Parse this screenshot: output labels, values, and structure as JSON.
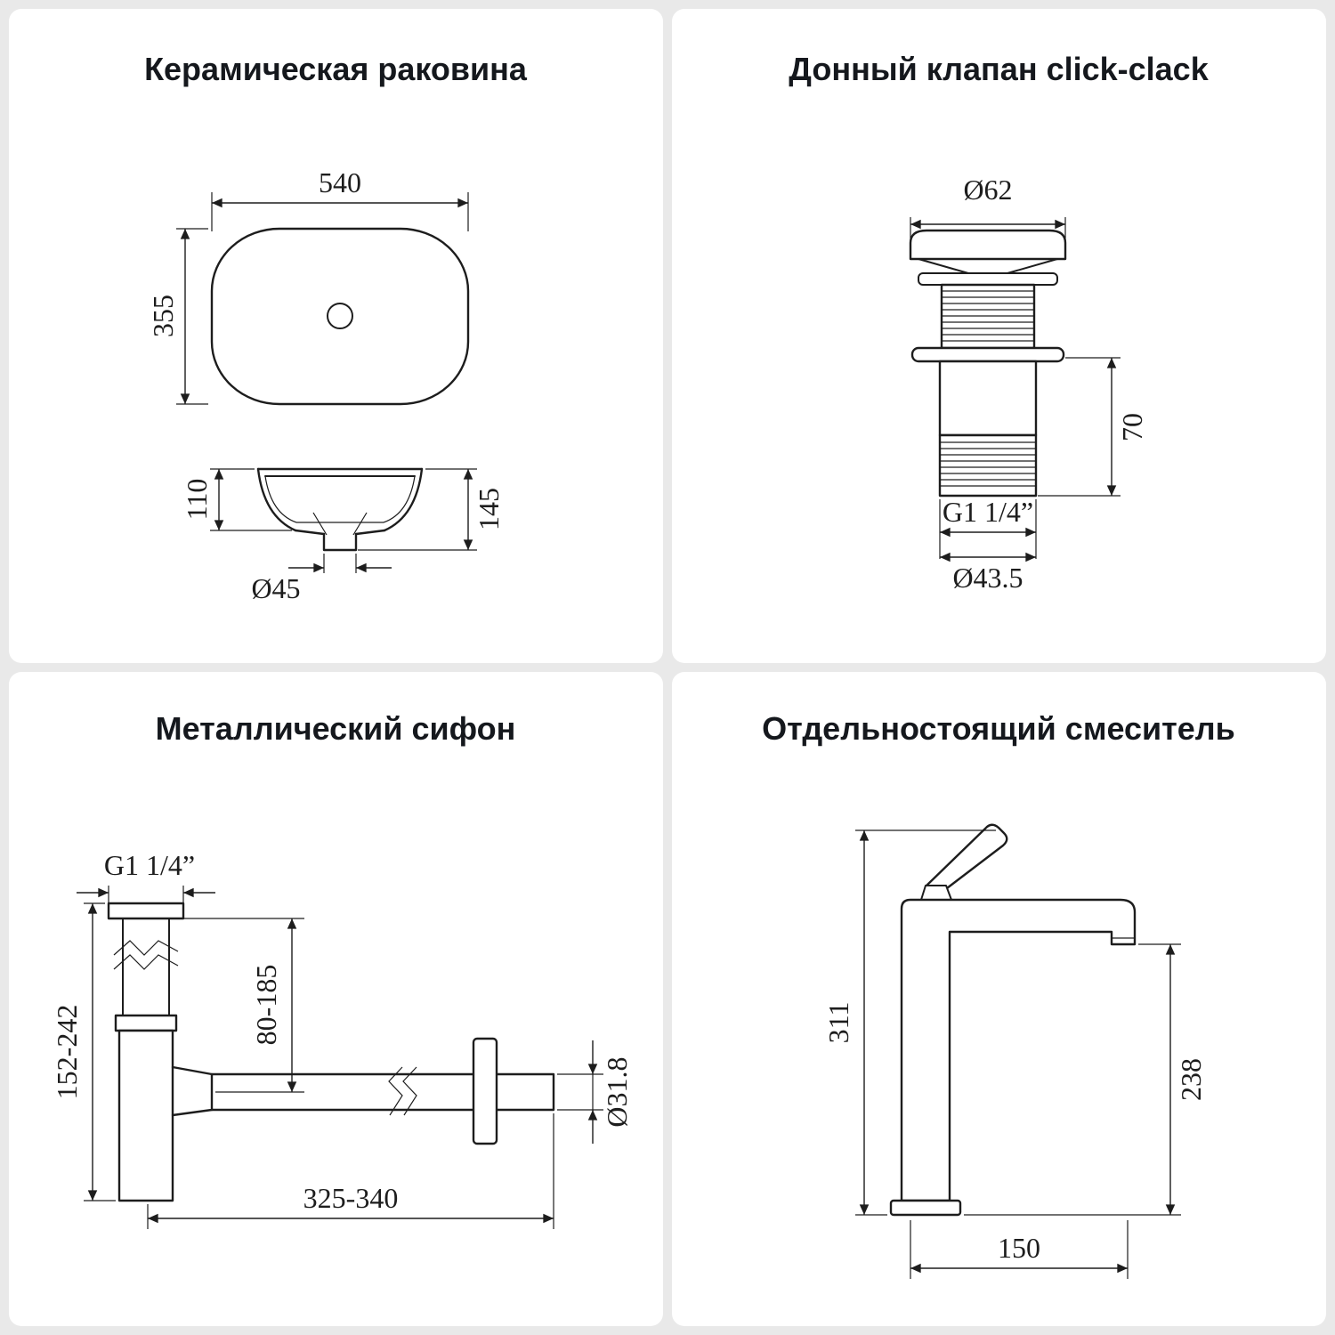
{
  "page": {
    "background": "#e9e9e9",
    "card_background": "#ffffff",
    "line_color": "#1d1d1d"
  },
  "panels": {
    "sink": {
      "title": "Керамическая раковина",
      "dims": {
        "width": "540",
        "depth": "355",
        "bowl_height": "110",
        "total_height": "145",
        "drain_diameter": "Ø45"
      }
    },
    "valve": {
      "title": "Донный клапан click-clack",
      "dims": {
        "cap_diameter": "Ø62",
        "height": "70",
        "thread": "G1 1/4”",
        "outlet_diameter": "Ø43.5"
      }
    },
    "siphon": {
      "title": "Металлический сифон",
      "dims": {
        "thread": "G1 1/4”",
        "height_range": "152-242",
        "inlet_height_range": "80-185",
        "pipe_diameter": "Ø31.8",
        "length_range": "325-340"
      }
    },
    "mixer": {
      "title": "Отдельностоящий смеситель",
      "dims": {
        "total_height": "311",
        "spout_height": "238",
        "spout_reach": "150"
      }
    }
  }
}
